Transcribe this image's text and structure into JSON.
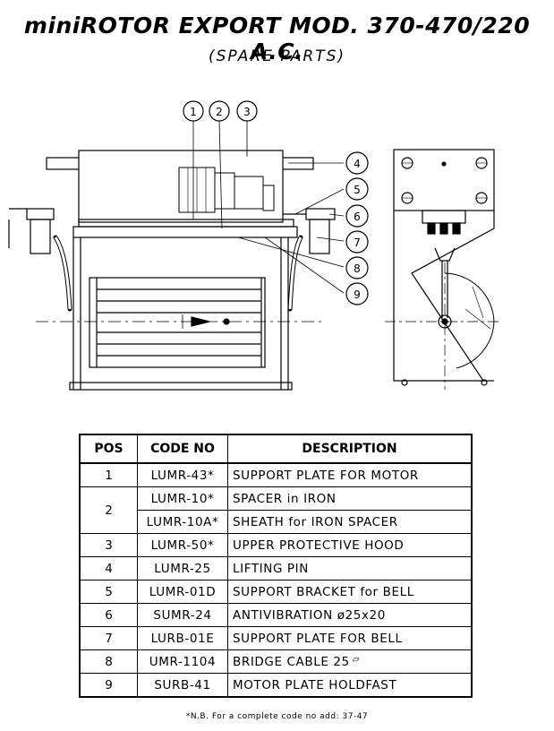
{
  "header": {
    "title": "miniROTOR EXPORT MOD. 370-470/220 A.C.",
    "subtitle": "(SPARE PARTS)"
  },
  "drawing": {
    "callouts": [
      "1",
      "2",
      "3",
      "4",
      "5",
      "6",
      "7",
      "8",
      "9"
    ]
  },
  "table": {
    "headers": {
      "pos": "POS",
      "code": "CODE NO",
      "description": "DESCRIPTION"
    },
    "rows": [
      {
        "pos": "1",
        "code": "LUMR-43*",
        "description": "SUPPORT PLATE FOR MOTOR"
      },
      {
        "pos": "2",
        "code": "LUMR-10*",
        "description": "SPACER in IRON"
      },
      {
        "pos": "",
        "code": "LUMR-10A*",
        "description": "SHEATH for IRON SPACER"
      },
      {
        "pos": "3",
        "code": "LUMR-50*",
        "description": "UPPER PROTECTIVE HOOD"
      },
      {
        "pos": "4",
        "code": "LUMR-25",
        "description": "LIFTING PIN"
      },
      {
        "pos": "5",
        "code": "LUMR-01D",
        "description": "SUPPORT BRACKET for BELL"
      },
      {
        "pos": "6",
        "code": "SUMR-24",
        "description": "ANTIVIBRATION ø25x20"
      },
      {
        "pos": "7",
        "code": "LURB-01E",
        "description": "SUPPORT PLATE FOR BELL"
      },
      {
        "pos": "8",
        "code": "UMR-1104",
        "description": "BRIDGE CABLE 25"
      },
      {
        "pos": "9",
        "code": "SURB-41",
        "description": "MOTOR PLATE HOLDFAST"
      }
    ]
  },
  "footnote": "*N.B. For a complete code no add: 37-47"
}
